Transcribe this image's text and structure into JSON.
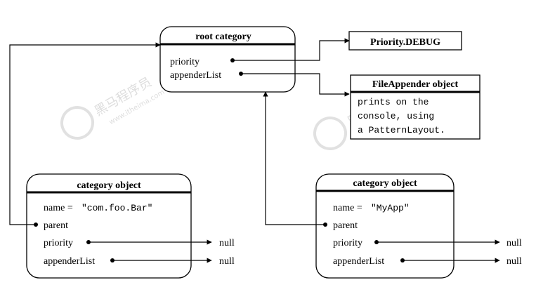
{
  "root_category": {
    "title": "root category",
    "priority_label": "priority",
    "appender_list_label": "appenderList"
  },
  "priority_debug": {
    "label": "Priority.DEBUG"
  },
  "file_appender": {
    "title": "FileAppender object",
    "lines": [
      "prints on the",
      "console, using",
      "a PatternLayout."
    ]
  },
  "category_left": {
    "title": "category object",
    "name_label": "name = ",
    "name_value": "\"com.foo.Bar\"",
    "parent_label": "parent",
    "priority_label": "priority",
    "appender_list_label": "appenderList",
    "priority_value": "null",
    "appender_list_value": "null"
  },
  "category_right": {
    "title": "category object",
    "name_label": "name = ",
    "name_value": "\"MyApp\"",
    "parent_label": "parent",
    "priority_label": "priority",
    "appender_list_label": "appenderList",
    "priority_value": "null",
    "appender_list_value": "null"
  },
  "watermark": {
    "brand": "黑马程序员",
    "url": "www.itheima.com"
  },
  "colors": {
    "line": "#000000",
    "watermark": "#d8d8d8",
    "background": "#ffffff"
  }
}
